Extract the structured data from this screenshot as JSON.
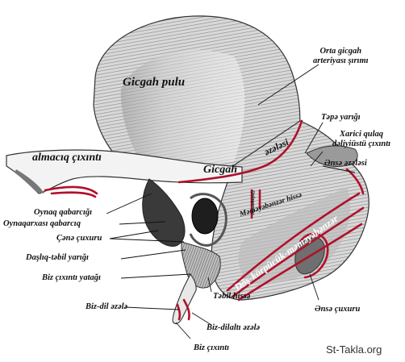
{
  "labels": {
    "squama": "Gicgah pulu",
    "middle_temporal_groove": "Orta gicgah\narteriyası şırımı",
    "parietal_notch": "Təpə yarığı",
    "suprameatal_spine": "Xarici qulaq\ndəliyiüstü çıxıntı",
    "occipital_muscle": "Ənsə əzələsi",
    "zygomatic_process": "almacıq çıxıntı",
    "temporal_muscle_1": "Gicgah",
    "temporal_muscle_2": "əzələsi",
    "articular_tubercle": "Oynaq qabarcığı",
    "postglenoid_tubercle": "Oynaqarxası qabarcıq",
    "mandibular_fossa": "Çənə çuxuru",
    "petrotympanic_fissure": "Daşlıq-təbil yarığı",
    "styloid_sheath": "Biz çıxıntı yatağı",
    "styloglossus": "Biz-dil əzələ",
    "tympanic_part": "Təbil hissə",
    "stylohyoid": "Biz-dilaltı əzələ",
    "styloid_process": "Biz çıxıntı",
    "occipital_groove": "Ənsə çuxuru",
    "mastoid_part": "Məməyəbənzər hissə",
    "sternocleidomastoid": "Döş-körpücük-məməyəbənzər",
    "small_vertical": "Qulaqarxası"
  },
  "watermark": "St-Takla.org",
  "colors": {
    "muscle_line": "#b0102a",
    "bone_shade": "#8a8a8a",
    "bone_light": "#d8d8d8",
    "ink": "#111111"
  }
}
